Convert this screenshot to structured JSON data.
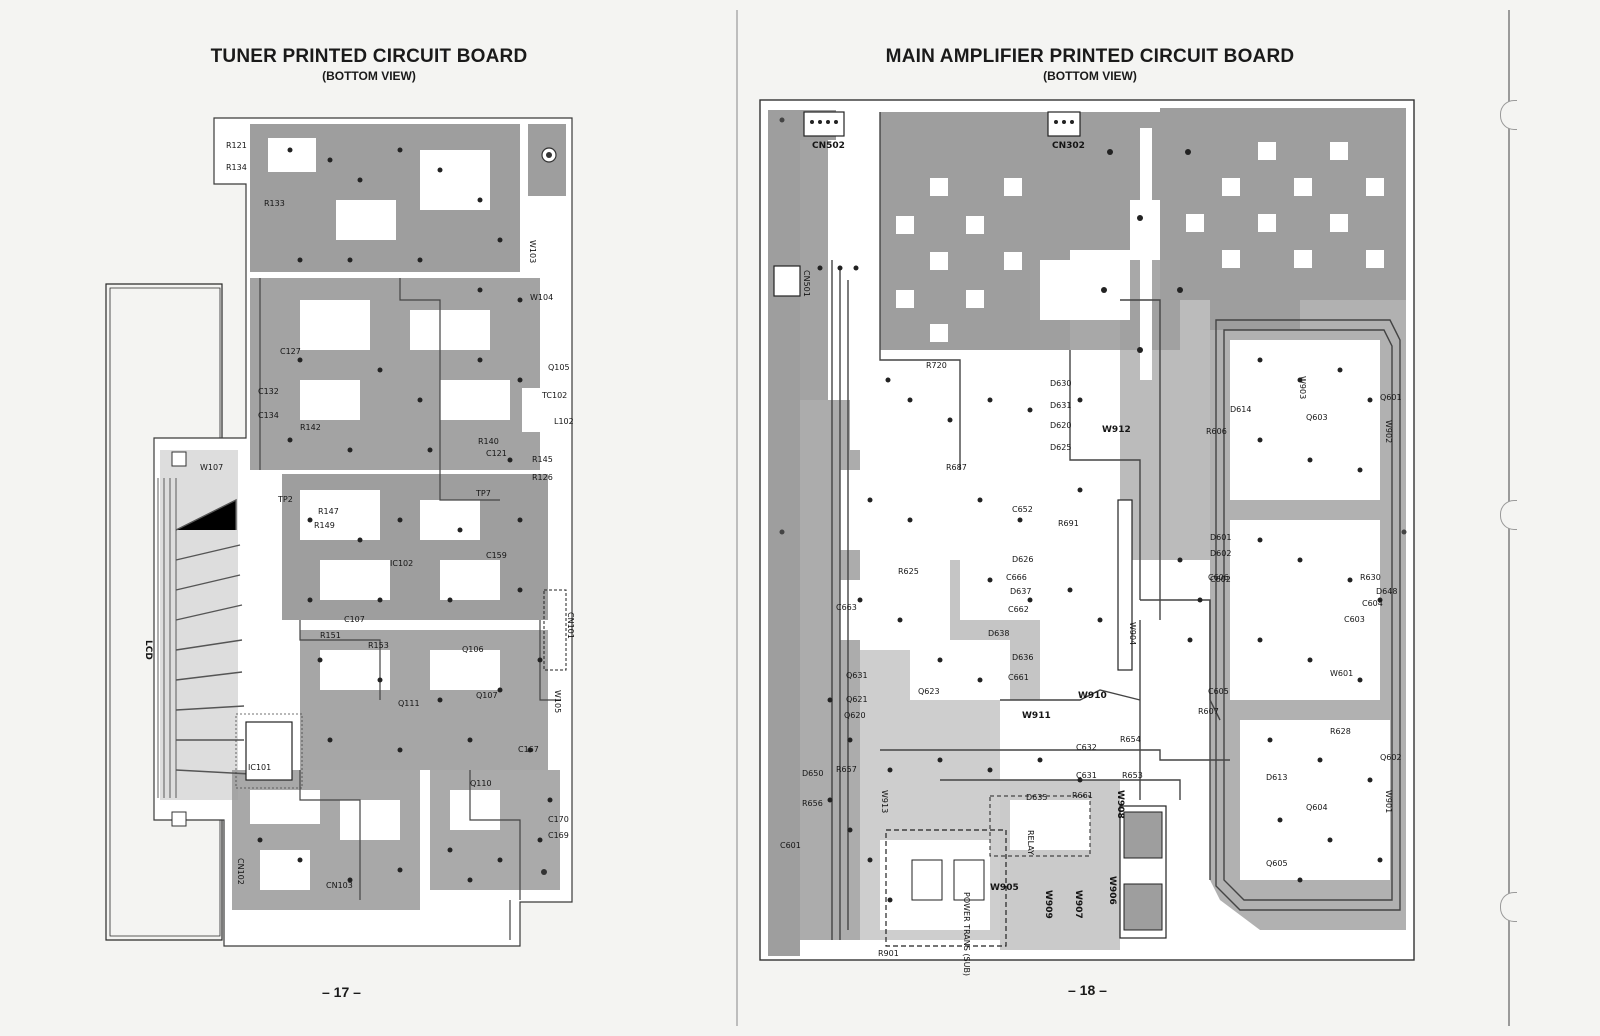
{
  "left_page": {
    "title": "TUNER PRINTED CIRCUIT BOARD",
    "subtitle": "(BOTTOM VIEW)",
    "page_number": "– 17 –",
    "component_labels": {
      "lcd": "LCD",
      "w107": "W107",
      "w103": "W103",
      "w105": "W105",
      "w104": "W104",
      "cn101": "CN101",
      "cn102": "CN102",
      "cn103": "CN103",
      "tp2": "TP2",
      "tp7": "TP7",
      "r121": "R121",
      "r134": "R134",
      "r133": "R133",
      "r142": "R142",
      "r145": "R145",
      "r126": "R126",
      "r147": "R147",
      "r149": "R149",
      "r151": "R151",
      "r153": "R153",
      "c121": "C121",
      "c127": "C127",
      "c132": "C132",
      "c134": "C134",
      "c159": "C159",
      "c167": "C167",
      "c170": "C170",
      "c169": "C169",
      "c107": "C107",
      "q105": "Q105",
      "q106": "Q106",
      "q107": "Q107",
      "q110": "Q110",
      "q111": "Q111",
      "tc102": "TC102",
      "l102": "L102",
      "ic101": "IC101",
      "ic102": "IC102",
      "r140": "R140"
    }
  },
  "right_page": {
    "title": "MAIN AMPLIFIER PRINTED CIRCUIT BOARD",
    "subtitle": "(BOTTOM VIEW)",
    "page_number": "– 18 –",
    "component_labels": {
      "cn502": "CN502",
      "cn302": "CN302",
      "cn501": "CN501",
      "r720": "R720",
      "r687": "R687",
      "r691": "R691",
      "r625": "R625",
      "r654": "R654",
      "r653": "R653",
      "r661": "R661",
      "r657": "R657",
      "r656": "R656",
      "r901": "R901",
      "r628": "R628",
      "r630": "R630",
      "r607": "R607",
      "r606": "R606",
      "d630": "D630",
      "d631": "D631",
      "d620": "D620",
      "d625": "D625",
      "d626": "D626",
      "d636": "D636",
      "d637": "D637",
      "d638": "D638",
      "d635": "D635",
      "d650": "D650",
      "d648": "D648",
      "d601": "D601",
      "d602": "D602",
      "d613": "D613",
      "d614": "D614",
      "c632": "C632",
      "c631": "C631",
      "c661": "C661",
      "c662": "C662",
      "c666": "C666",
      "c606": "C606",
      "c603": "C603",
      "c604": "C604",
      "c605": "C605",
      "c602": "C602",
      "c601": "C601",
      "c652": "C652",
      "c663": "C663",
      "q620": "Q620",
      "q621": "Q621",
      "q623": "Q623",
      "q631": "Q631",
      "q601": "Q601",
      "q602": "Q602",
      "q603": "Q603",
      "q604": "Q604",
      "q605": "Q605",
      "w910": "W910",
      "w911": "W911",
      "w905": "W905",
      "w906": "W906",
      "w907": "W907",
      "w909": "W909",
      "w908": "W908",
      "w901": "W901",
      "w902": "W902",
      "w903": "W903",
      "w912": "W912",
      "w913": "W913",
      "w904": "W904",
      "w601": "W601",
      "power_trans": "POWER TRANS (SUB)",
      "relay": "RELAY"
    }
  }
}
